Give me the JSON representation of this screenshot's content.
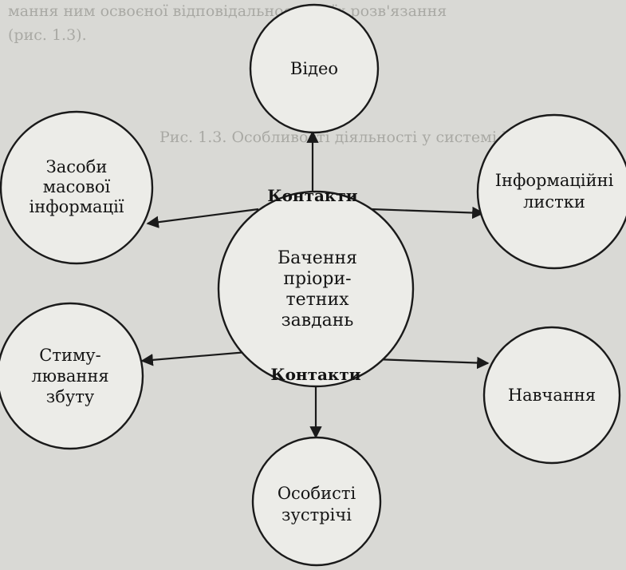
{
  "background_text": [
    "мання ним освоєної відповідальності за їх розв'язання",
    "(рис. 1.3).",
    "Рис. 1.3. Особливості діяльності у системі PR"
  ],
  "diagram": {
    "center": {
      "lines": [
        "Бачення",
        "пріори-",
        "тетних",
        "завдань"
      ]
    },
    "contacts_top": "Контакти",
    "contacts_bottom": "Контакти",
    "nodes": [
      {
        "id": "video",
        "lines": [
          "Відео"
        ]
      },
      {
        "id": "media",
        "lines": [
          "Засоби",
          "масової",
          "інформації"
        ]
      },
      {
        "id": "leaflets",
        "lines": [
          "Інформаційні",
          "листки"
        ]
      },
      {
        "id": "sales",
        "lines": [
          "Стиму-",
          "лювання",
          "збуту"
        ]
      },
      {
        "id": "training",
        "lines": [
          "Навчання"
        ]
      },
      {
        "id": "meetings",
        "lines": [
          "Особисті",
          "зустрічі"
        ]
      }
    ]
  }
}
